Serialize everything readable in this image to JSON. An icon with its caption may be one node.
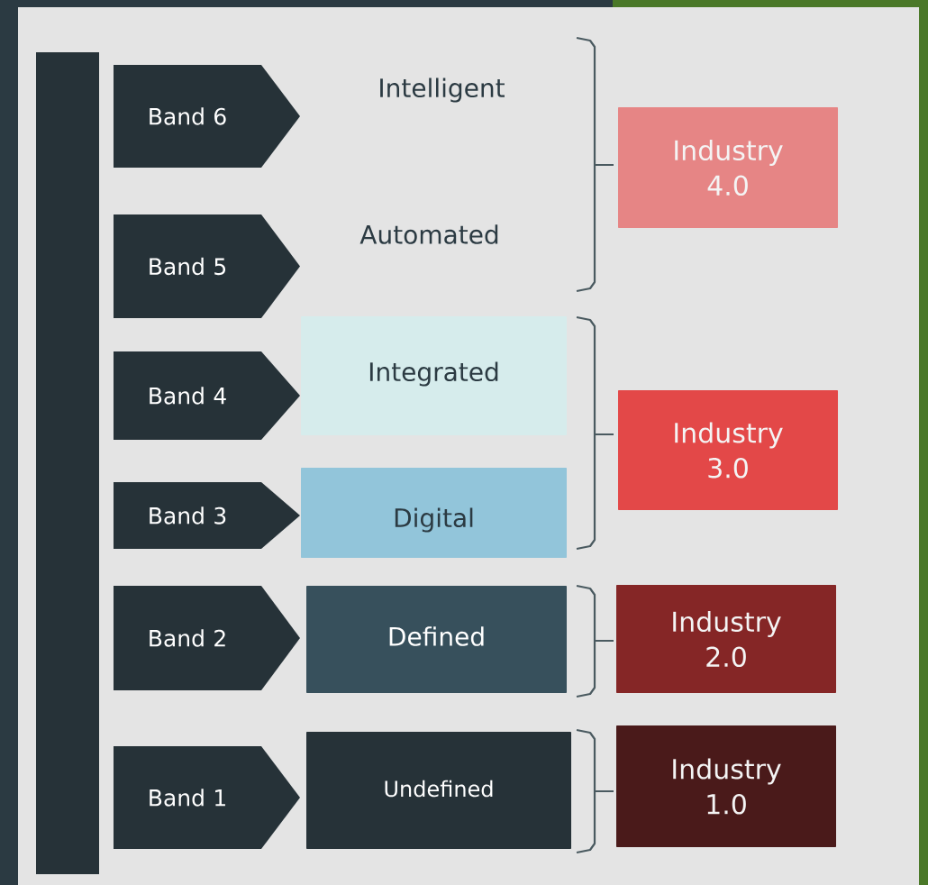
{
  "diagram": {
    "nodes": [
      {
        "text": [],
        "shape": "bar"
      },
      {
        "text": [
          "Band 6"
        ]
      },
      {
        "text": [
          "Band 5"
        ]
      },
      {
        "text": [
          "Band 4"
        ]
      },
      {
        "text": [
          "Band 3"
        ]
      },
      {
        "text": [
          "Band 2"
        ]
      },
      {
        "text": [
          "Band 1"
        ]
      },
      {
        "text": [
          "Integrated"
        ]
      },
      {
        "text": [
          "Digital"
        ]
      },
      {
        "text": [
          "Defined"
        ]
      },
      {
        "text": [
          "Undefined"
        ]
      },
      {
        "text": [
          "Industry 4.0"
        ]
      },
      {
        "text": [
          "Industry 3.0"
        ]
      },
      {
        "text": [
          "Industry 2.0"
        ]
      },
      {
        "text": [
          "Industry 1.0"
        ]
      }
    ],
    "labels": [
      "Intelligent",
      "Automated"
    ]
  }
}
